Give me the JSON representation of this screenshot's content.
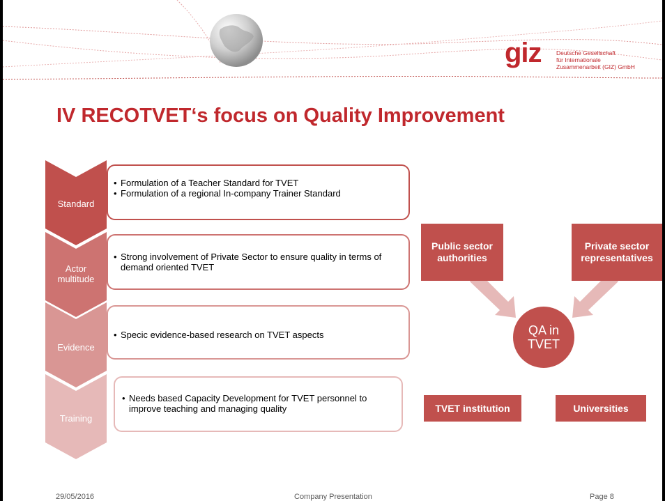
{
  "brand": {
    "logo_mark": "giz",
    "logo_text": [
      "Deutsche Gesellschaft",
      "für Internationale",
      "Zusammenarbeit (GIZ) GmbH"
    ]
  },
  "slide": {
    "title": "IV RECOTVET‘s focus on Quality Improvement"
  },
  "steps": [
    {
      "label": "Standard",
      "color": "#c0504d",
      "bullets": [
        "Formulation of a Teacher Standard for TVET",
        "Formulation of a regional  In-company Trainer Standard"
      ]
    },
    {
      "label": "Actor multitude",
      "color": "#cd7371",
      "bullets": [
        "Strong involvement of Private Sector to ensure quality in terms of demand oriented TVET"
      ]
    },
    {
      "label": "Evidence",
      "color": "#d99694",
      "bullets": [
        "Specic evidence-based research on TVET aspects"
      ]
    },
    {
      "label": "Training",
      "color": "#e6b9b8",
      "bullets": [
        "Needs based Capacity Development for TVET personnel to improve teaching and managing quality"
      ]
    }
  ],
  "qa_diagram": {
    "center": "QA in TVET",
    "top_left": "Public sector authorities",
    "top_right": "Private sector representatives",
    "bottom_left": "TVET institution",
    "bottom_right": "Universities",
    "box_color": "#c0504d",
    "arrow_color": "#e6b9b8"
  },
  "footer": {
    "date": "29/05/2016",
    "center": "Company Presentation",
    "page": "Page 8"
  },
  "colors": {
    "accent": "#c0282d"
  }
}
